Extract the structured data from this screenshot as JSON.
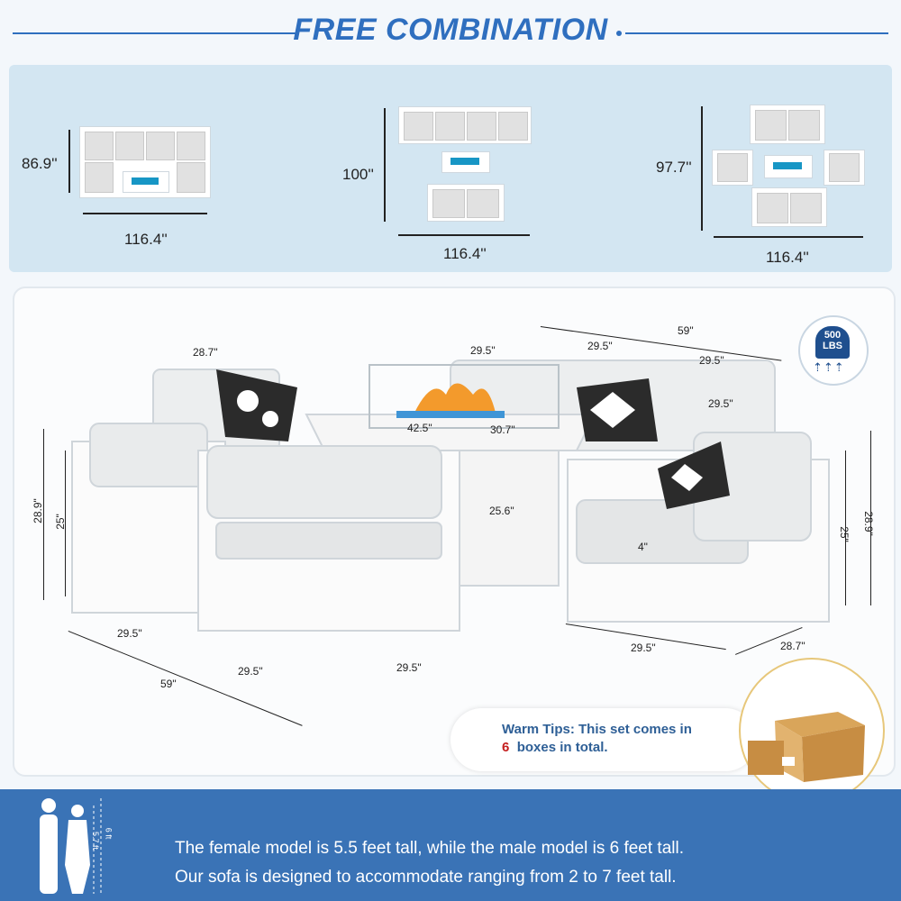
{
  "header": {
    "title": "FREE COMBINATION"
  },
  "combinations": [
    {
      "height_label": "86.9''",
      "width_label": "116.4''"
    },
    {
      "height_label": "100''",
      "width_label": "116.4''"
    },
    {
      "height_label": "97.7''",
      "width_label": "116.4''"
    }
  ],
  "dimensions": {
    "left_chair_width": "28.7\"",
    "center_sofa_seat_a": "29.5\"",
    "center_sofa_seat_b": "29.5\"",
    "center_sofa_seat_c": "29.5\"",
    "total_top": "59\"",
    "right_arm_seat": "29.5\"",
    "table_length": "42.5\"",
    "table_width": "30.7\"",
    "table_height": "25.6\"",
    "left_back_height": "28.9\"",
    "left_seat_height": "25\"",
    "right_back_height": "28.9\"",
    "right_seat_height": "25\"",
    "cushion_thickness": "4\"",
    "front_seat_a": "29.5\"",
    "front_seat_b": "29.5\"",
    "front_seat_c": "29.5\"",
    "front_total": "59\"",
    "right_front_seat": "29.5\"",
    "right_front_depth": "28.7\""
  },
  "badge": {
    "line1": "500",
    "line2": "LBS"
  },
  "tips": {
    "prefix": "Warm Tips: This set comes in",
    "count": "6",
    "suffix": "boxes in total."
  },
  "scale": {
    "tall_label": "6 ft",
    "short_label": "5.7 ft"
  },
  "banner": {
    "line1": "The female model is 5.5 feet tall, while the male model is 6 feet tall.",
    "line2": "Our sofa is designed to accommodate ranging from 2 to 7 feet tall."
  },
  "colors": {
    "accent": "#2f6fbf",
    "banner": "#3a73b6",
    "fire": "#1796c5",
    "tip_number": "#c41e1e"
  }
}
